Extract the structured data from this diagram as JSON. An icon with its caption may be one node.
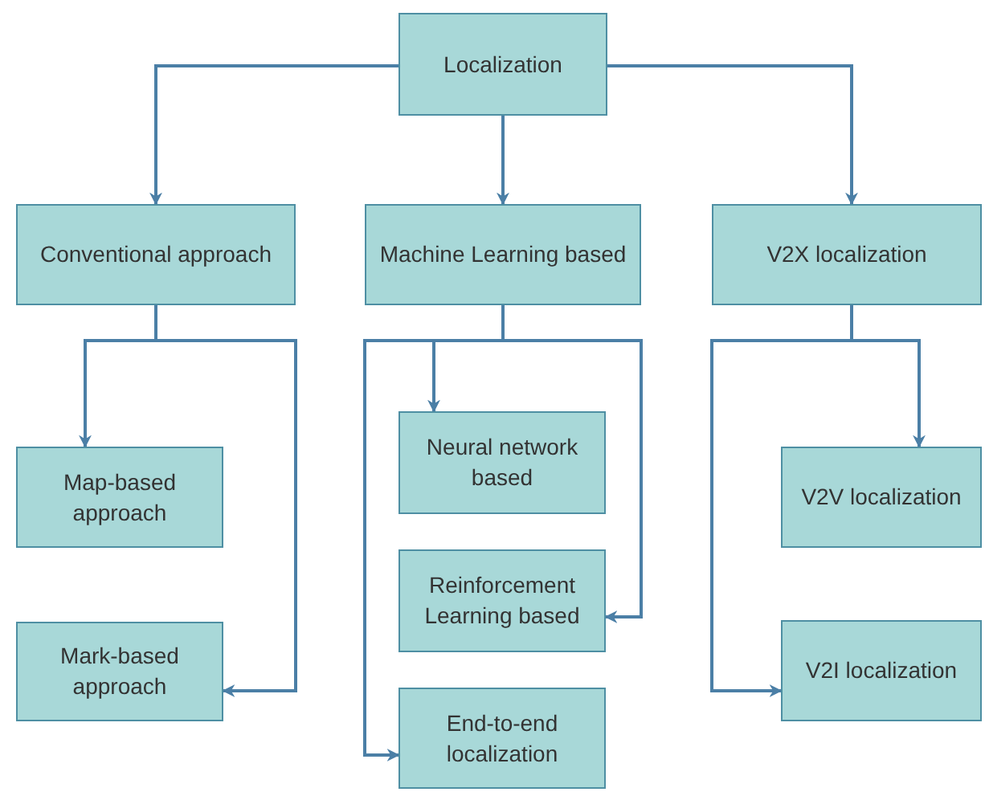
{
  "diagram": {
    "nodes": [
      {
        "text": [
          "Localization"
        ]
      },
      {
        "text": [
          "Conventional approach"
        ]
      },
      {
        "text": [
          "Machine Learning based"
        ]
      },
      {
        "text": [
          "V2X localization"
        ]
      },
      {
        "text": [
          "Map-based approach"
        ]
      },
      {
        "text": [
          "Mark-based approach"
        ]
      },
      {
        "text": [
          "Neural network based"
        ]
      },
      {
        "text": [
          "Reinforcement Learning based"
        ]
      },
      {
        "text": [
          "End-to-end localization"
        ]
      },
      {
        "text": [
          "V2V localization"
        ]
      },
      {
        "text": [
          "V2I localization"
        ]
      }
    ],
    "edges": [
      {
        "from": 0,
        "to": 1,
        "arrow": "to"
      },
      {
        "from": 0,
        "to": 2,
        "arrow": "to"
      },
      {
        "from": 0,
        "to": 3,
        "arrow": "to"
      },
      {
        "from": 1,
        "to": 4,
        "arrow": "to"
      },
      {
        "from": 1,
        "to": 5,
        "arrow": "to"
      },
      {
        "from": 2,
        "to": 6,
        "arrow": "to"
      },
      {
        "from": 2,
        "to": 7,
        "arrow": "to"
      },
      {
        "from": 2,
        "to": 8,
        "arrow": "to"
      },
      {
        "from": 3,
        "to": 9,
        "arrow": "to"
      },
      {
        "from": 3,
        "to": 10,
        "arrow": "to"
      }
    ]
  }
}
